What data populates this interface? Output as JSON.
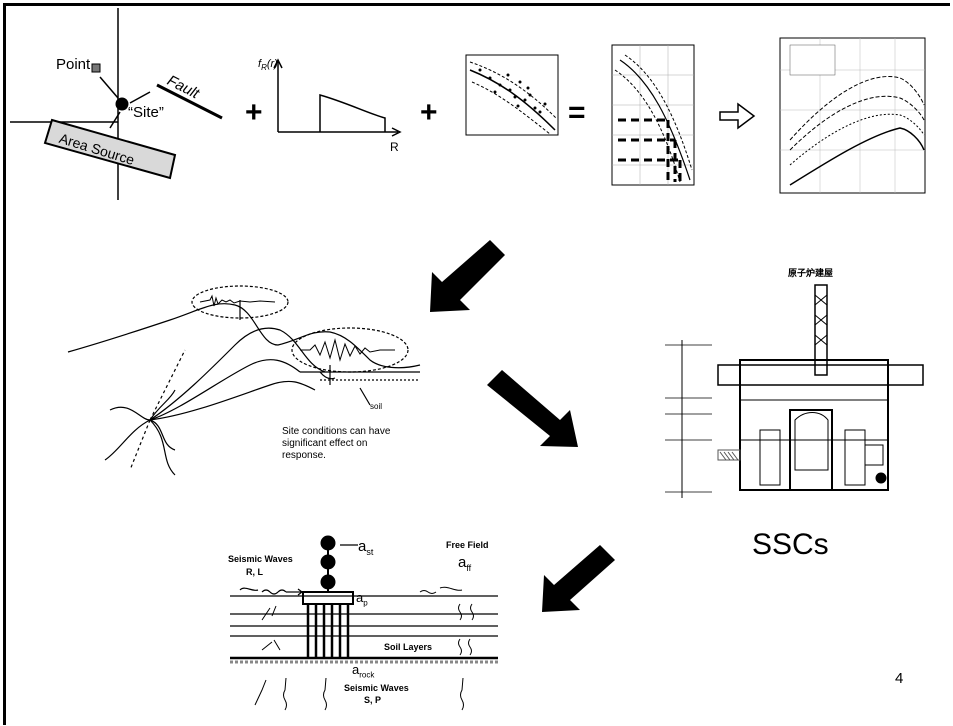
{
  "slide": {
    "page_number": "4",
    "hazard": {
      "point_label": "Point",
      "fault_label": "Fault",
      "site_label": "“Site”",
      "area_source_label": "Area Source",
      "fr_label": "f",
      "fr_sub": "R",
      "fr_arg": "(r)",
      "r_axis": "R",
      "plus": "+",
      "equals": "="
    },
    "site_conditions_text": "Site conditions can have significant effect on response.",
    "soil_label": "soil",
    "ssc_label": "SSCs",
    "reactor_title": "原子炉建屋",
    "ssi": {
      "seismic_waves_top": "Seismic Waves",
      "rl_label": "R, L",
      "free_field": "Free Field",
      "a_st": "a",
      "a_st_sub": "st",
      "a_ff": "a",
      "a_ff_sub": "ff",
      "a_p": "a",
      "a_p_sub": "p",
      "a_rock": "a",
      "a_rock_sub": "rock",
      "soil_layers": "Soil Layers",
      "seismic_waves_bottom": "Seismic Waves",
      "sp_label": "S, P"
    },
    "colors": {
      "ink": "#000000",
      "paper": "#ffffff",
      "hatch": "#888888"
    }
  }
}
